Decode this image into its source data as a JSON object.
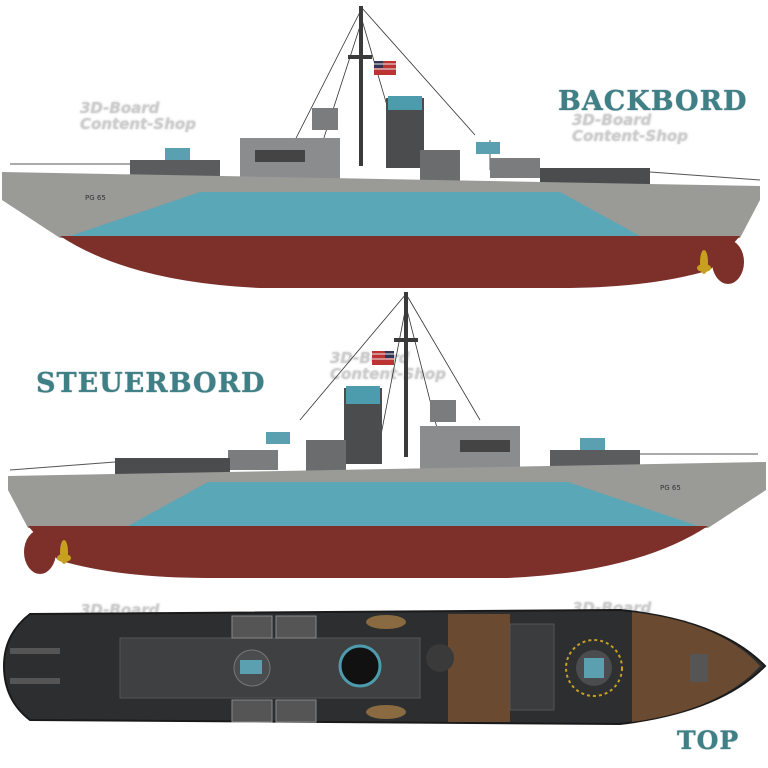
{
  "views": {
    "port_label": "BACKBORD",
    "starboard_label": "STEUERBORD",
    "top_label": "TOP"
  },
  "hull_marking": "PG 65",
  "watermark": {
    "line1": "3D-Board",
    "line2": "Content-Shop"
  },
  "colors": {
    "label": "#3f7f86",
    "hull_grey": "#9a9a96",
    "camo_blue": "#5aa7b7",
    "hull_red": "#7d2f2a",
    "deck_dark": "#2c2e30",
    "deck_wood": "#6a4a30",
    "propeller": "#c8a020"
  }
}
